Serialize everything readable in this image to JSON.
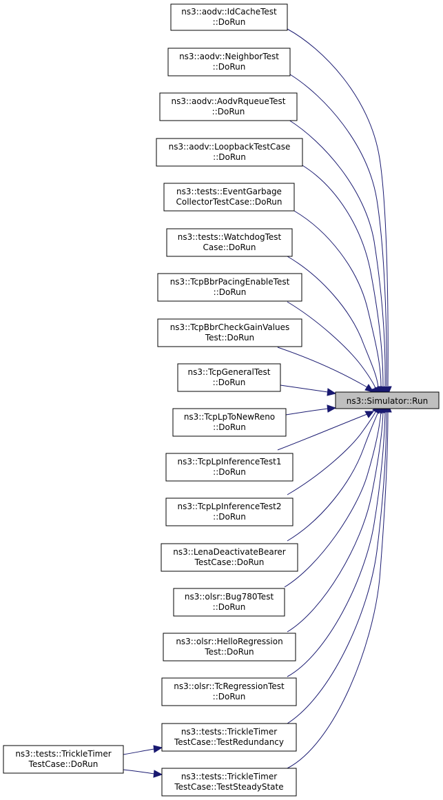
{
  "colors": {
    "edge": "#191970",
    "node_border": "#000000",
    "node_fill": "#ffffff",
    "target_fill": "#bfbfbf"
  },
  "target": {
    "label": "ns3::Simulator::Run"
  },
  "nodes": [
    {
      "lines": [
        "ns3::aodv::IdCacheTest",
        "::DoRun"
      ]
    },
    {
      "lines": [
        "ns3::aodv::NeighborTest",
        "::DoRun"
      ]
    },
    {
      "lines": [
        "ns3::aodv::AodvRqueueTest",
        "::DoRun"
      ]
    },
    {
      "lines": [
        "ns3::aodv::LoopbackTestCase",
        "::DoRun"
      ]
    },
    {
      "lines": [
        "ns3::tests::EventGarbage",
        "CollectorTestCase::DoRun"
      ]
    },
    {
      "lines": [
        "ns3::tests::WatchdogTest",
        "Case::DoRun"
      ]
    },
    {
      "lines": [
        "ns3::TcpBbrPacingEnableTest",
        "::DoRun"
      ]
    },
    {
      "lines": [
        "ns3::TcpBbrCheckGainValues",
        "Test::DoRun"
      ]
    },
    {
      "lines": [
        "ns3::TcpGeneralTest",
        "::DoRun"
      ]
    },
    {
      "lines": [
        "ns3::TcpLpToNewReno",
        "::DoRun"
      ]
    },
    {
      "lines": [
        "ns3::TcpLpInferenceTest1",
        "::DoRun"
      ]
    },
    {
      "lines": [
        "ns3::TcpLpInferenceTest2",
        "::DoRun"
      ]
    },
    {
      "lines": [
        "ns3::LenaDeactivateBearer",
        "TestCase::DoRun"
      ]
    },
    {
      "lines": [
        "ns3::olsr::Bug780Test",
        "::DoRun"
      ]
    },
    {
      "lines": [
        "ns3::olsr::HelloRegression",
        "Test::DoRun"
      ]
    },
    {
      "lines": [
        "ns3::olsr::TcRegressionTest",
        "::DoRun"
      ]
    },
    {
      "lines": [
        "ns3::tests::TrickleTimer",
        "TestCase::TestRedundancy"
      ]
    },
    {
      "lines": [
        "ns3::tests::TrickleTimer",
        "TestCase::TestSteadyState"
      ]
    }
  ],
  "caller": {
    "lines": [
      "ns3::tests::TrickleTimer",
      "TestCase::DoRun"
    ]
  }
}
